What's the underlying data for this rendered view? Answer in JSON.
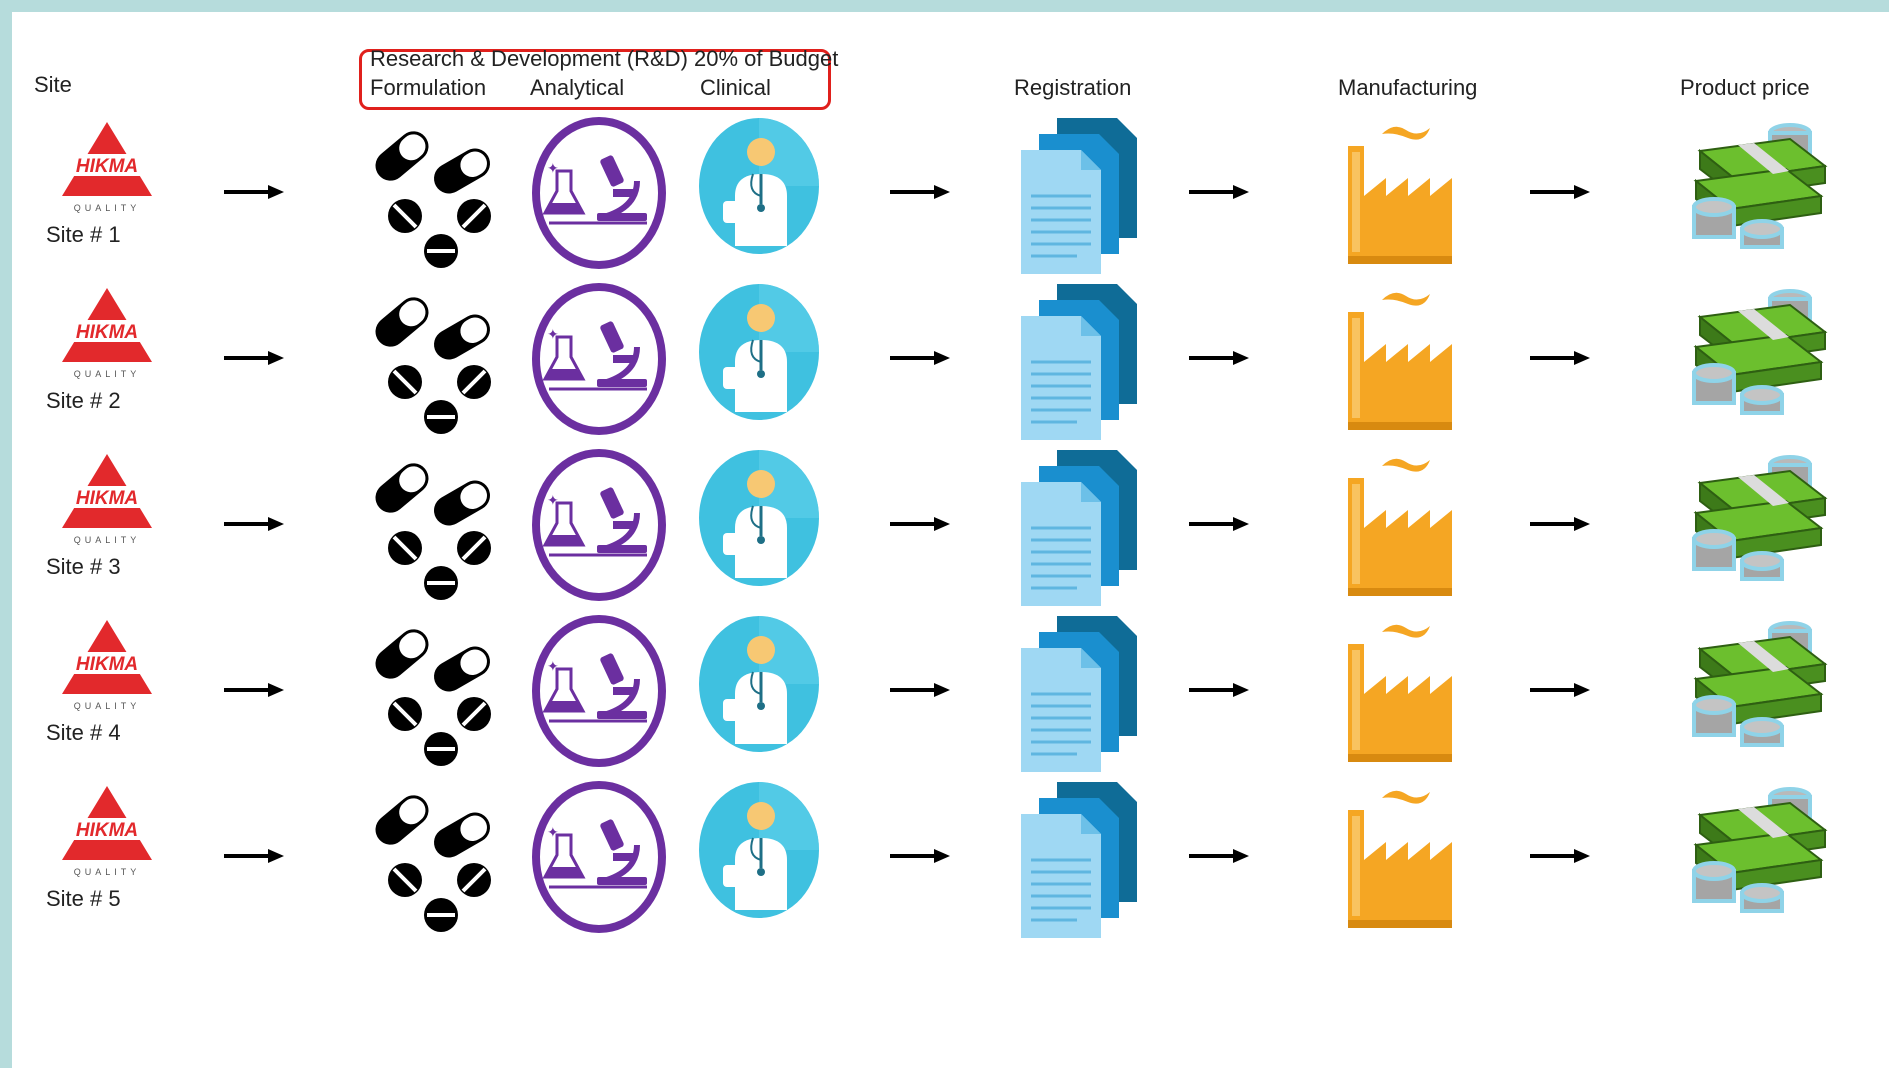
{
  "header": {
    "site": "Site",
    "rd_title": "Research & Development (R&D) 20% of Budget",
    "formulation": "Formulation",
    "analytical": "Analytical",
    "clinical": "Clinical",
    "registration": "Registration",
    "manufacturing": "Manufacturing",
    "product_price": "Product price"
  },
  "logo": {
    "brand": "HIKMA",
    "tagline": "QUALITY"
  },
  "sites": [
    {
      "label": "Site # 1"
    },
    {
      "label": "Site # 2"
    },
    {
      "label": "Site # 3"
    },
    {
      "label": "Site # 4"
    },
    {
      "label": "Site # 5"
    }
  ],
  "icons": {
    "logo": "hikma-logo-icon",
    "formulation": "pills-icon",
    "analytical": "lab-microscope-icon",
    "clinical": "doctor-icon",
    "registration": "documents-icon",
    "manufacturing": "factory-icon",
    "price": "money-stack-icon"
  },
  "colors": {
    "border_accent": "#e0201c",
    "logo_red": "#e2292c",
    "analytical_purple": "#6b2fa0",
    "clinical_cyan": "#3fc1e0",
    "registration_blue": "#1a8fcf",
    "manufacturing_orange": "#f5a623",
    "money_green": "#5aa52a",
    "frame": "#b6dcdc"
  }
}
